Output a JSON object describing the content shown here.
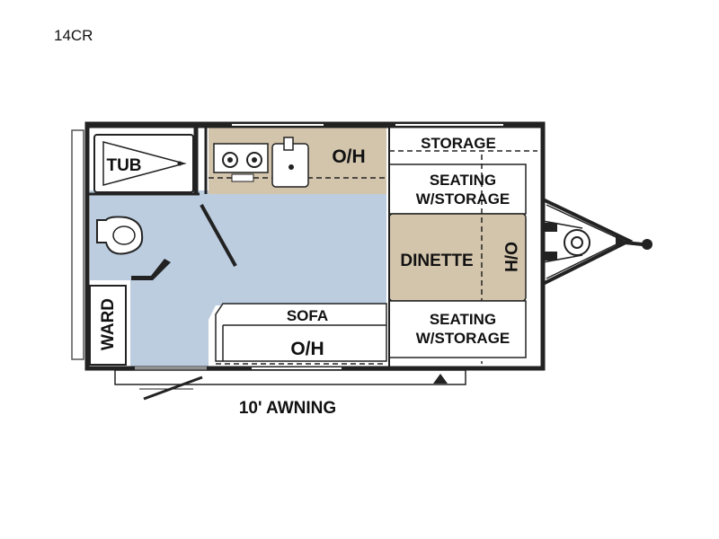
{
  "model": "14CR",
  "labels": {
    "tub": "TUB",
    "kitchen_oh": "O/H",
    "storage": "STORAGE",
    "seating_top_1": "SEATING",
    "seating_top_2": "W/STORAGE",
    "dinette": "DINETTE",
    "dinette_oh": "O/H",
    "ward": "WARD",
    "sofa": "SOFA",
    "sofa_oh": "O/H",
    "seating_bottom_1": "SEATING",
    "seating_bottom_2": "W/STORAGE",
    "awning": "10' AWNING"
  },
  "colors": {
    "floor": "#bccde0",
    "counter": "#d3c4ac",
    "wall": "#222222",
    "white": "#ffffff"
  }
}
